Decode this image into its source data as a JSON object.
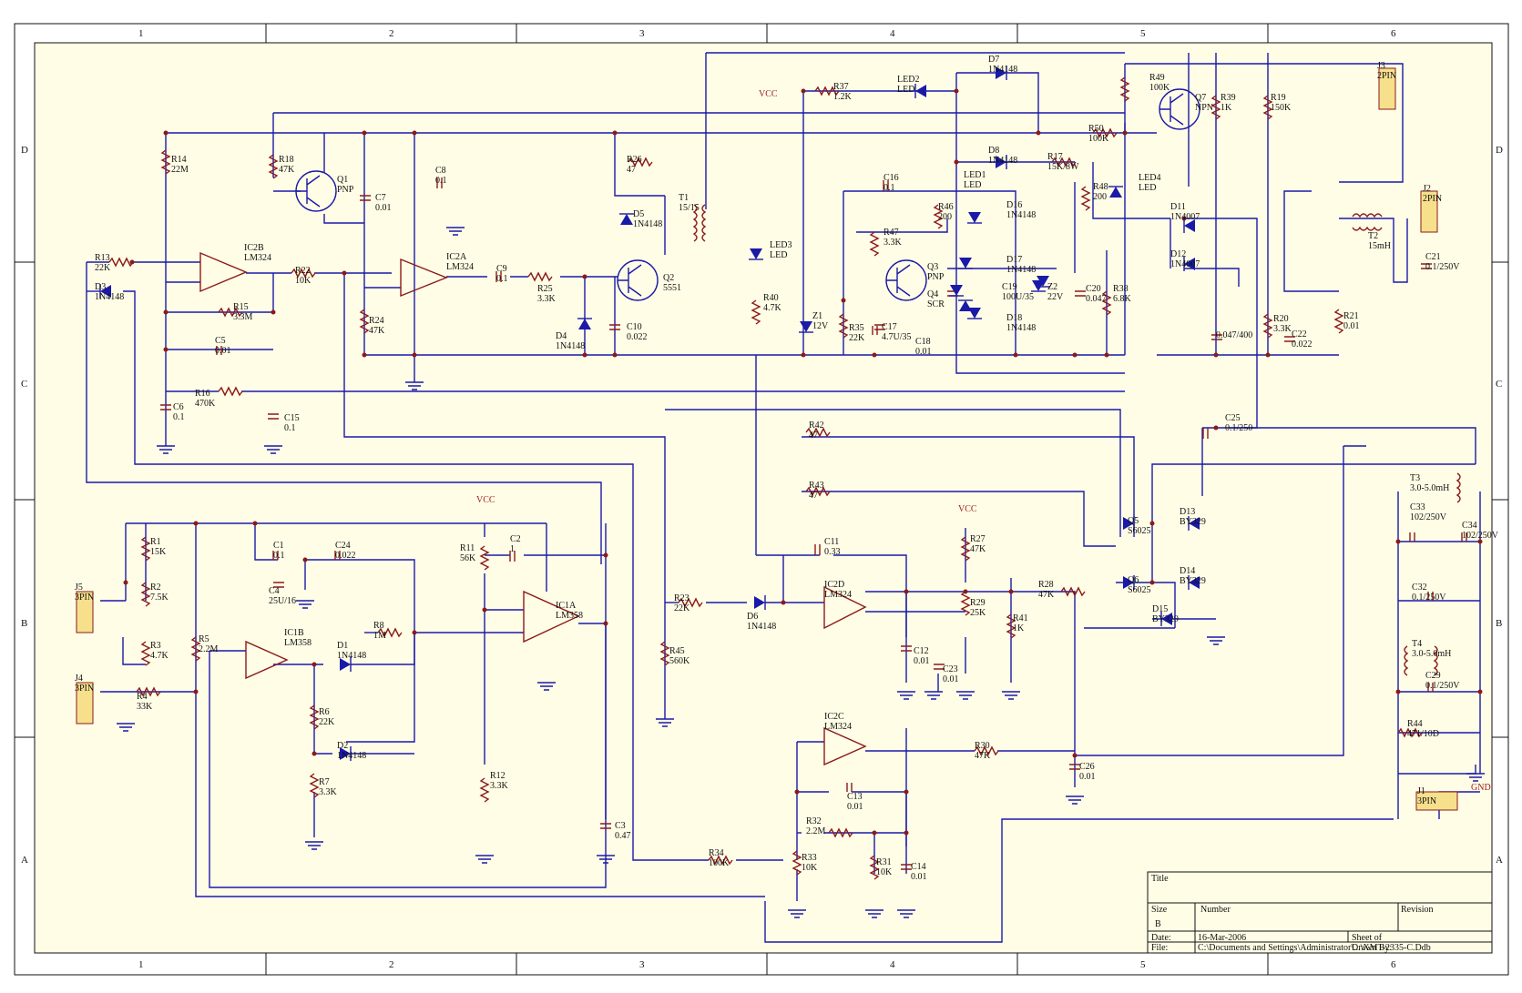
{
  "border": {
    "cols": [
      "1",
      "2",
      "3",
      "4",
      "5",
      "6"
    ],
    "rows": [
      "D",
      "C",
      "B",
      "A"
    ]
  },
  "title_block": {
    "title_label": "Title",
    "size_label": "Size",
    "size_value": "B",
    "number_label": "Number",
    "revision_label": "Revision",
    "date_label": "Date:",
    "date_value": "16-Mar-2006",
    "sheet_label": "Sheet of",
    "file_label": "File:",
    "file_value": "C:\\Documents and Settings\\Administrator\\...\\XMT-2335-C.Ddb",
    "drawn_by_label": "Drawn By:"
  },
  "power": {
    "vcc": "VCC",
    "gnd": "GND"
  },
  "components": [
    {
      "ref": "R14",
      "value": "22M"
    },
    {
      "ref": "R18",
      "value": "47K"
    },
    {
      "ref": "Q1",
      "value": "PNP"
    },
    {
      "ref": "C7",
      "value": "0.01"
    },
    {
      "ref": "C8",
      "value": "0.1"
    },
    {
      "ref": "R26",
      "value": "47"
    },
    {
      "ref": "D5",
      "value": "1N4148"
    },
    {
      "ref": "T1",
      "value": "15/15"
    },
    {
      "ref": "R37",
      "value": "1.2K"
    },
    {
      "ref": "LED2",
      "value": "LED"
    },
    {
      "ref": "D7",
      "value": "1N4148"
    },
    {
      "ref": "D8",
      "value": "1N4148"
    },
    {
      "ref": "R17",
      "value": "15K/8W"
    },
    {
      "ref": "R50",
      "value": "100K"
    },
    {
      "ref": "R49",
      "value": "100K"
    },
    {
      "ref": "Q7",
      "value": "NPN"
    },
    {
      "ref": "R39",
      "value": "1K"
    },
    {
      "ref": "R19",
      "value": "150K"
    },
    {
      "ref": "J3",
      "value": "2PIN"
    },
    {
      "ref": "J2",
      "value": "2PIN"
    },
    {
      "ref": "R13",
      "value": "22K"
    },
    {
      "ref": "D3",
      "value": "1N4148"
    },
    {
      "ref": "IC2B",
      "value": "LM324"
    },
    {
      "ref": "R15",
      "value": "3.3M"
    },
    {
      "ref": "C5",
      "value": "0.01"
    },
    {
      "ref": "R16",
      "value": "470K"
    },
    {
      "ref": "C6",
      "value": "0.1"
    },
    {
      "ref": "C15",
      "value": "0.1"
    },
    {
      "ref": "R22",
      "value": "10K"
    },
    {
      "ref": "IC2A",
      "value": "LM324"
    },
    {
      "ref": "R24",
      "value": "47K"
    },
    {
      "ref": "C9",
      "value": "0.1"
    },
    {
      "ref": "R25",
      "value": "3.3K"
    },
    {
      "ref": "D4",
      "value": "1N4148"
    },
    {
      "ref": "C10",
      "value": "0.022"
    },
    {
      "ref": "Q2",
      "value": "5551"
    },
    {
      "ref": "LED3",
      "value": "LED"
    },
    {
      "ref": "R40",
      "value": "4.7K"
    },
    {
      "ref": "Z1",
      "value": "12V"
    },
    {
      "ref": "C16",
      "value": "0.1"
    },
    {
      "ref": "R47",
      "value": "3.3K"
    },
    {
      "ref": "R46",
      "value": "200"
    },
    {
      "ref": "LED1",
      "value": "LED"
    },
    {
      "ref": "Q3",
      "value": "PNP"
    },
    {
      "ref": "Q4",
      "value": "SCR"
    },
    {
      "ref": "R35",
      "value": "22K"
    },
    {
      "ref": "C17",
      "value": "4.7U/35"
    },
    {
      "ref": "C18",
      "value": "0.01"
    },
    {
      "ref": "D16",
      "value": "1N4148"
    },
    {
      "ref": "D17",
      "value": "1N4148"
    },
    {
      "ref": "D18",
      "value": "1N4148"
    },
    {
      "ref": "C19",
      "value": "100U/35"
    },
    {
      "ref": "Z2",
      "value": "22V"
    },
    {
      "ref": "C20",
      "value": "0.047"
    },
    {
      "ref": "R38",
      "value": "6.8K"
    },
    {
      "ref": "R48",
      "value": "200"
    },
    {
      "ref": "LED4",
      "value": "LED"
    },
    {
      "ref": "D11",
      "value": "1N4007"
    },
    {
      "ref": "D12",
      "value": "1N4007"
    },
    {
      "ref": "T2",
      "value": "15mH"
    },
    {
      "ref": "C21",
      "value": "0.1/250V"
    },
    {
      "ref": "C21b",
      "value": "0.047/400"
    },
    {
      "ref": "R20",
      "value": "3.3K"
    },
    {
      "ref": "C22",
      "value": "0.022"
    },
    {
      "ref": "R21",
      "value": "0.01"
    },
    {
      "ref": "C25",
      "value": "0.1/250"
    },
    {
      "ref": "R42",
      "value": "47"
    },
    {
      "ref": "R43",
      "value": "47"
    },
    {
      "ref": "T3",
      "value": "3.0-5.0mH"
    },
    {
      "ref": "C33",
      "value": "102/250V"
    },
    {
      "ref": "C34",
      "value": "102/250V"
    },
    {
      "ref": "C32",
      "value": "0.1/250V"
    },
    {
      "ref": "T4",
      "value": "3.0-5.0mH"
    },
    {
      "ref": "C29",
      "value": "0.1/250V"
    },
    {
      "ref": "R44",
      "value": "471/10D"
    },
    {
      "ref": "J1",
      "value": "3PIN"
    },
    {
      "ref": "Q5",
      "value": "S6025"
    },
    {
      "ref": "Q6",
      "value": "S6025"
    },
    {
      "ref": "D13",
      "value": "BY329"
    },
    {
      "ref": "D14",
      "value": "BY329"
    },
    {
      "ref": "D15",
      "value": "BY329"
    },
    {
      "ref": "R1",
      "value": "15K"
    },
    {
      "ref": "R2",
      "value": "7.5K"
    },
    {
      "ref": "R3",
      "value": "4.7K"
    },
    {
      "ref": "R4",
      "value": "33K"
    },
    {
      "ref": "J5",
      "value": "3PIN"
    },
    {
      "ref": "J4",
      "value": "3PIN"
    },
    {
      "ref": "C1",
      "value": "0.1"
    },
    {
      "ref": "C24",
      "value": "0.022"
    },
    {
      "ref": "C4",
      "value": "25U/16"
    },
    {
      "ref": "R5",
      "value": "2.2M"
    },
    {
      "ref": "IC1B",
      "value": "LM358"
    },
    {
      "ref": "D1",
      "value": "1N4148"
    },
    {
      "ref": "R8",
      "value": "1M"
    },
    {
      "ref": "R6",
      "value": "22K"
    },
    {
      "ref": "D2",
      "value": "1N4148"
    },
    {
      "ref": "R7",
      "value": "3.3K"
    },
    {
      "ref": "R11",
      "value": "56K"
    },
    {
      "ref": "C2",
      "value": "1"
    },
    {
      "ref": "IC1A",
      "value": "LM358"
    },
    {
      "ref": "R12",
      "value": "3.3K"
    },
    {
      "ref": "C3",
      "value": "0.47"
    },
    {
      "ref": "R23",
      "value": "22K"
    },
    {
      "ref": "R45",
      "value": "560K"
    },
    {
      "ref": "D6",
      "value": "1N4148"
    },
    {
      "ref": "C11",
      "value": "0.33"
    },
    {
      "ref": "IC2D",
      "value": "LM324"
    },
    {
      "ref": "C12",
      "value": "0.01"
    },
    {
      "ref": "C23",
      "value": "0.01"
    },
    {
      "ref": "R27",
      "value": "47K"
    },
    {
      "ref": "R29",
      "value": "25K"
    },
    {
      "ref": "R41",
      "value": "1K"
    },
    {
      "ref": "R28",
      "value": "47K"
    },
    {
      "ref": "IC2C",
      "value": "LM324"
    },
    {
      "ref": "R30",
      "value": "47K"
    },
    {
      "ref": "C26",
      "value": "0.01"
    },
    {
      "ref": "C13",
      "value": "0.01"
    },
    {
      "ref": "R32",
      "value": "2.2M"
    },
    {
      "ref": "R34",
      "value": "100K"
    },
    {
      "ref": "R33",
      "value": "10K"
    },
    {
      "ref": "R31",
      "value": "10K"
    },
    {
      "ref": "C14",
      "value": "0.01"
    }
  ]
}
